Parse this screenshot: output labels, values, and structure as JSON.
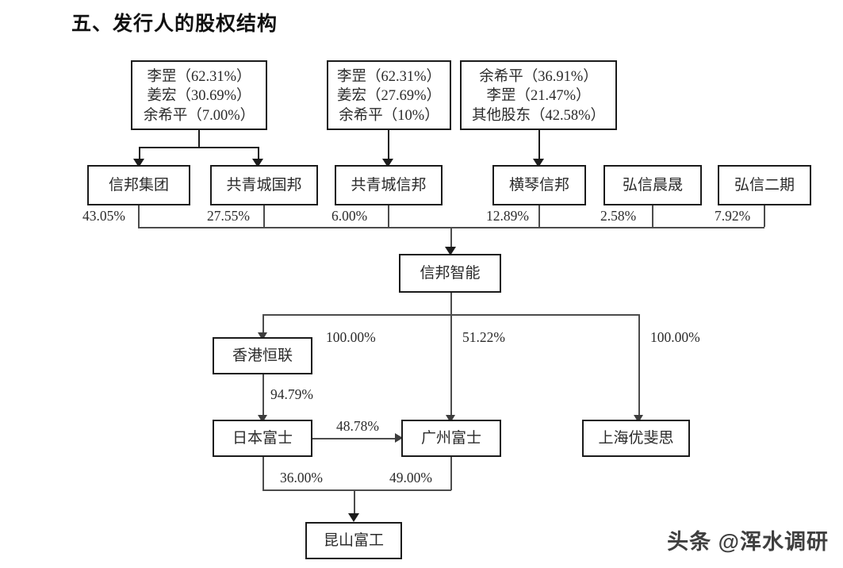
{
  "page": {
    "title": "五、发行人的股权结构",
    "watermark": "头条 @浑水调研",
    "background_color": "#ffffff",
    "line_color": "#1b1b1b"
  },
  "shareholder_boxes": [
    {
      "id": "sh-1",
      "lines": [
        "李罡（62.31%）",
        "姜宏（30.69%）",
        "余希平（7.00%）"
      ]
    },
    {
      "id": "sh-2",
      "lines": [
        "李罡（62.31%）",
        "姜宏（27.69%）",
        "余希平（10%）"
      ]
    },
    {
      "id": "sh-3",
      "lines": [
        "余希平（36.91%）",
        "李罡（21.47%）",
        "其他股东（42.58%）"
      ]
    }
  ],
  "holding_entities": [
    {
      "id": "xinbang-jituan",
      "label": "信邦集团",
      "pct": "43.05%"
    },
    {
      "id": "gongqingcheng-guobang",
      "label": "共青城国邦",
      "pct": "27.55%"
    },
    {
      "id": "gongqingcheng-xinbang",
      "label": "共青城信邦",
      "pct": "6.00%"
    },
    {
      "id": "hengqin-xinbang",
      "label": "横琴信邦",
      "pct": "12.89%"
    },
    {
      "id": "hongxin-chensheng",
      "label": "弘信晨晟",
      "pct": "2.58%"
    },
    {
      "id": "hongxin-erqi",
      "label": "弘信二期",
      "pct": "7.92%"
    }
  ],
  "issuer": {
    "id": "xinbang-zhineng",
    "label": "信邦智能"
  },
  "subsidiaries": [
    {
      "id": "hongkong-henglian",
      "label": "香港恒联",
      "pct": "100.00%"
    },
    {
      "id": "guangzhou-fushi",
      "label": "广州富士",
      "pct": "51.22%"
    },
    {
      "id": "shanghai-youfeisi",
      "label": "上海优斐思",
      "pct": "100.00%"
    }
  ],
  "lower_nodes": [
    {
      "id": "riben-fushi",
      "label": "日本富士"
    },
    {
      "id": "kunshan-fugong",
      "label": "昆山富工"
    }
  ],
  "lower_edges": [
    {
      "id": "henglian-to-riben",
      "pct": "94.79%"
    },
    {
      "id": "riben-to-guangzhou",
      "pct": "48.78%"
    },
    {
      "id": "riben-to-kunshan",
      "pct": "36.00%"
    },
    {
      "id": "guangzhou-to-kunshan",
      "pct": "49.00%"
    }
  ]
}
